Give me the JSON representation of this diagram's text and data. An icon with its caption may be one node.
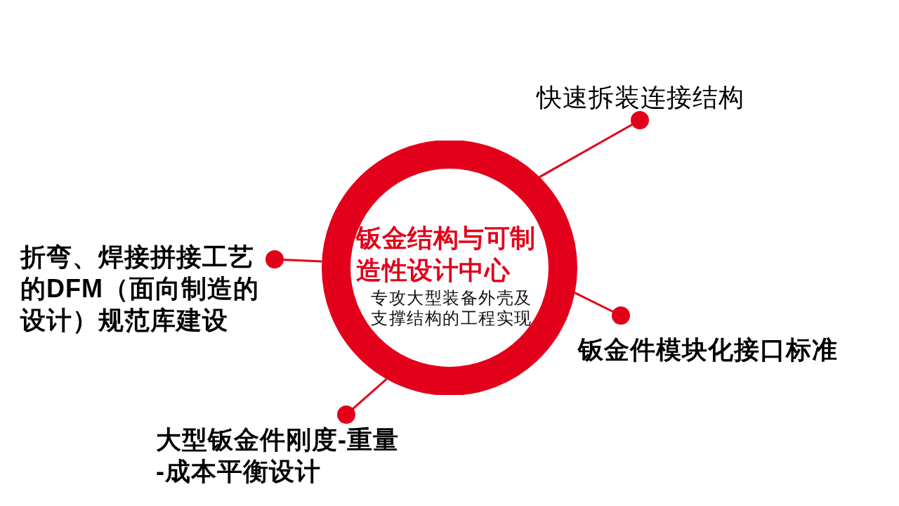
{
  "diagram": {
    "nodes": [
      {
        "text": [
          "钣金结构与可制造性设计中心",
          "专攻大型装备外壳及支撑结构的工程实现"
        ]
      },
      {
        "text": [
          "快速拆装连接结构"
        ]
      },
      {
        "text": [
          "折弯、焊接拼接工艺的DFM（面向制造的设计）规范库建设"
        ]
      },
      {
        "text": [
          "钣金件模块化接口标准"
        ]
      },
      {
        "text": [
          "大型钣金件刚度-重量-成本平衡设计"
        ]
      }
    ],
    "edges": [
      {
        "from": 0,
        "to": 1,
        "arrow": "other"
      },
      {
        "from": 0,
        "to": 2,
        "arrow": "other"
      },
      {
        "from": 0,
        "to": 3,
        "arrow": "other"
      },
      {
        "from": 0,
        "to": 4,
        "arrow": "other"
      }
    ]
  }
}
